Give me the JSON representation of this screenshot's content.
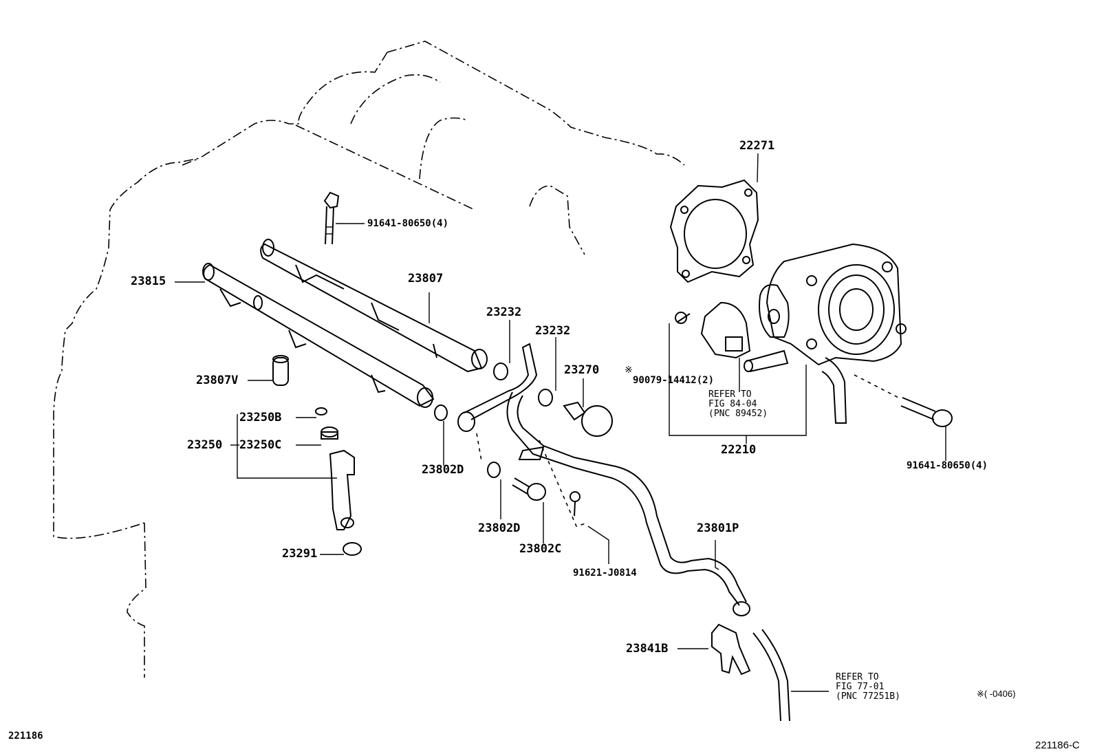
{
  "labels": {
    "p22271": "22271",
    "p91641_top": "91641-80650(4)",
    "p23807": "23807",
    "p23815": "23815",
    "p23232_a": "23232",
    "p23232_b": "23232",
    "p23270": "23270",
    "p90079": "90079-14412(2)",
    "p90079_mark": "※",
    "p22210": "22210",
    "p91641_right": "91641-80650(4)",
    "p23807V": "23807V",
    "p23250B": "23250B",
    "p23250": "23250",
    "p23250C": "23250C",
    "p23802D_a": "23802D",
    "p23802D_b": "23802D",
    "p23802C": "23802C",
    "p91621": "91621-J0814",
    "p23801P": "23801P",
    "p23291": "23291",
    "p23841B": "23841B"
  },
  "refs": {
    "ref84": [
      "REFER TO",
      "FIG 84-04",
      "(PNC 89452)"
    ],
    "ref77": [
      "REFER TO",
      "FIG 77-01",
      "(PNC 77251B)"
    ]
  },
  "note": "※(      -0406)",
  "footer": {
    "left": "221186",
    "right": "221186-C"
  }
}
